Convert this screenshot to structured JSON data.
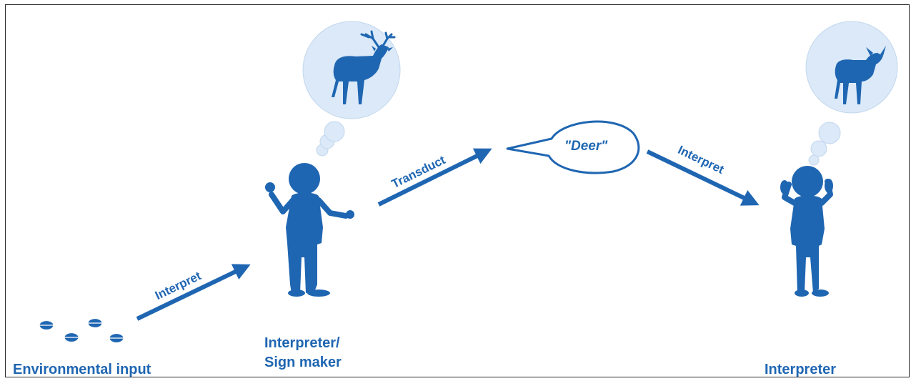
{
  "labels": {
    "environmental_input": "Environmental input",
    "interpreter_sign_maker_line1": "Interpreter/",
    "interpreter_sign_maker_line2": "Sign maker",
    "interpreter": "Interpreter"
  },
  "arrows": {
    "interpret_1": "Interpret",
    "transduct": "Transduct",
    "interpret_2": "Interpret"
  },
  "speech": {
    "text": "\"Deer\""
  },
  "colors": {
    "primary": "#1f66b2",
    "bubble_fill": "#dbe9f8",
    "bubble_stroke": "#c3d7ee",
    "frame": "#2a2a2a"
  },
  "icons": [
    "footprints-icon",
    "stag-icon",
    "doe-icon",
    "person-icon",
    "person-listening-icon"
  ]
}
